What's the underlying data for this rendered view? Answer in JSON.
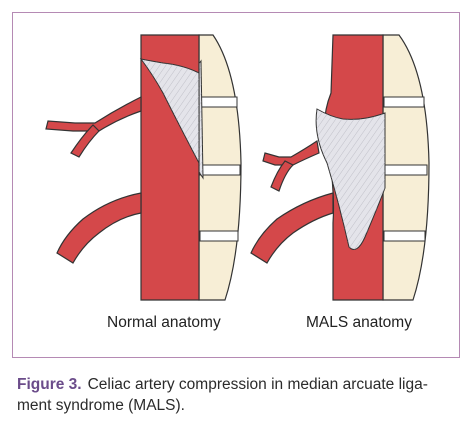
{
  "figure": {
    "panels": [
      {
        "label": "Normal anatomy"
      },
      {
        "label": "MALS anatomy"
      }
    ],
    "caption": {
      "number": "Figure 3.",
      "line1": "Celiac artery compression in median arcuate liga-",
      "line2": "ment syndrome (MALS)."
    },
    "colors": {
      "frame_border": "#b58ab4",
      "artery_fill": "#d4484a",
      "spine_fill": "#f7eed6",
      "ligament_fill": "#e4e4ea",
      "disc_fill": "#ffffff",
      "caption_accent": "#6b4c8a"
    }
  }
}
